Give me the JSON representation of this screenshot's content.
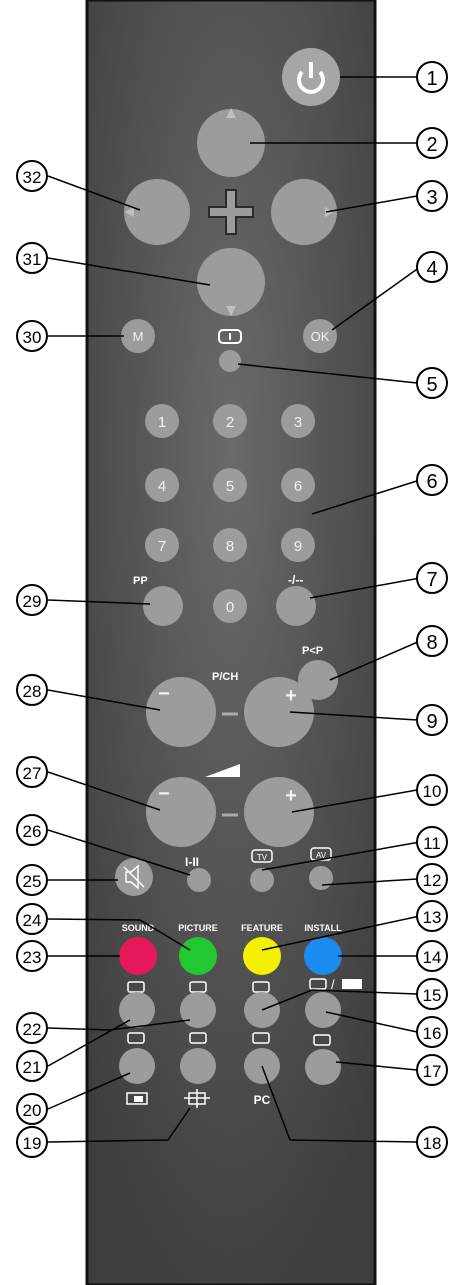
{
  "remote": {
    "labels": {
      "pp": "PP",
      "dash": "-/--",
      "pp_swap": "P<P",
      "pch": "P/CH",
      "dual": "I-II",
      "sound": "SOUND",
      "picture": "PICTURE",
      "feature": "FEATURE",
      "install": "INSTALL",
      "pc": "PC",
      "tv": "TV",
      "av": "AV",
      "m": "M",
      "ok": "OK",
      "minus": "−",
      "plus": "+",
      "slash": "/"
    },
    "digits": [
      "1",
      "2",
      "3",
      "4",
      "5",
      "6",
      "7",
      "8",
      "9",
      "0"
    ],
    "colors": {
      "body": "#4a4a4a",
      "button": "#9a9a9a",
      "red": "#e8195a",
      "green": "#22c832",
      "yellow": "#f4f000",
      "blue": "#1a8cf0"
    }
  },
  "callouts": [
    "1",
    "2",
    "3",
    "4",
    "5",
    "6",
    "7",
    "8",
    "9",
    "10",
    "11",
    "12",
    "13",
    "14",
    "15",
    "16",
    "17",
    "18",
    "19",
    "20",
    "21",
    "22",
    "23",
    "24",
    "25",
    "26",
    "27",
    "28",
    "29",
    "30",
    "31",
    "32"
  ]
}
